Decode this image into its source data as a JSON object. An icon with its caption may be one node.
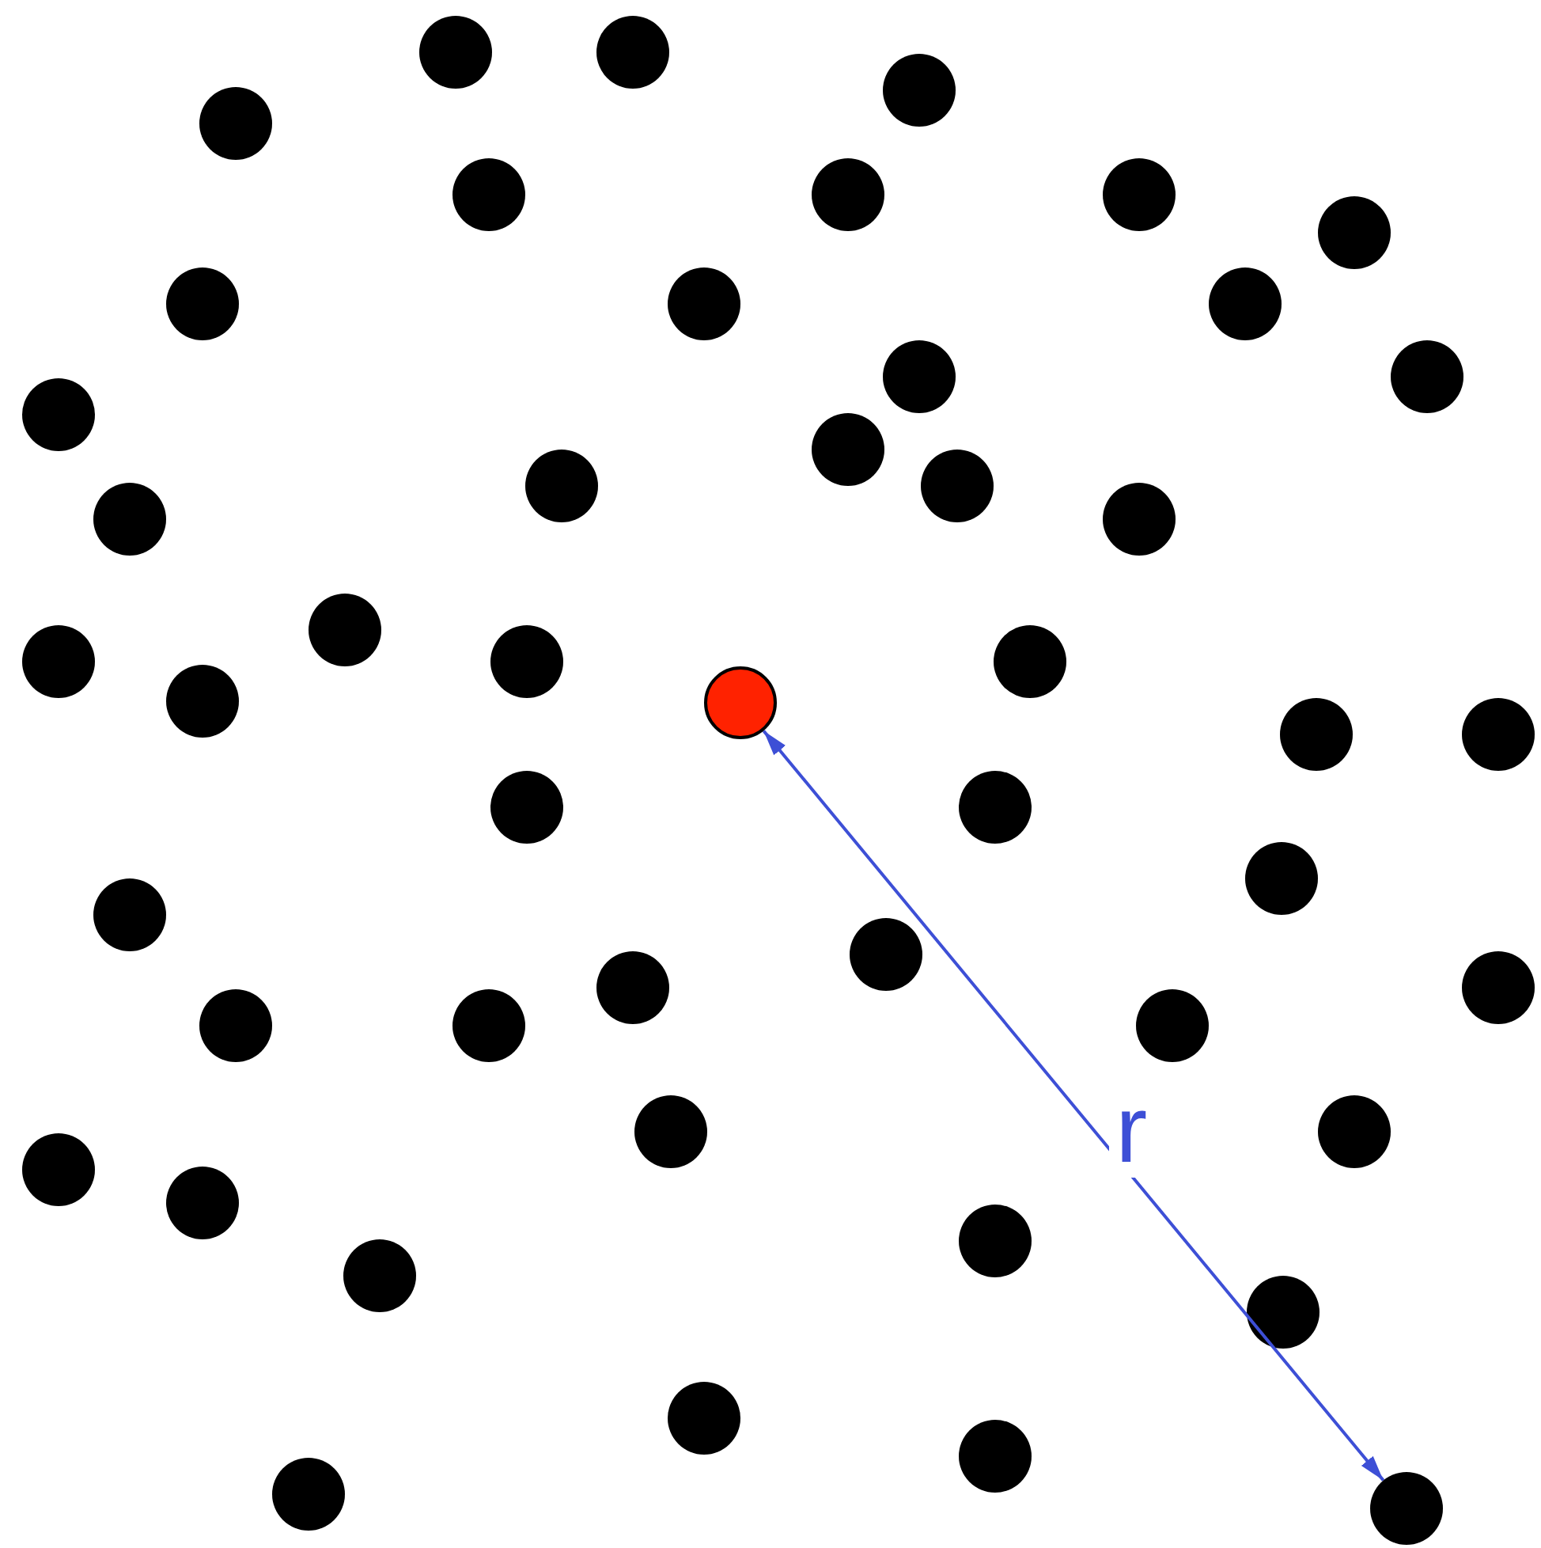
{
  "diagram": {
    "nodes": [
      {
        "text": [],
        "shape": "circle"
      },
      {
        "text": [],
        "shape": "circle"
      }
    ],
    "edges": [
      {
        "from": 0,
        "to": 1,
        "arrow": "both",
        "label": "r"
      }
    ]
  }
}
